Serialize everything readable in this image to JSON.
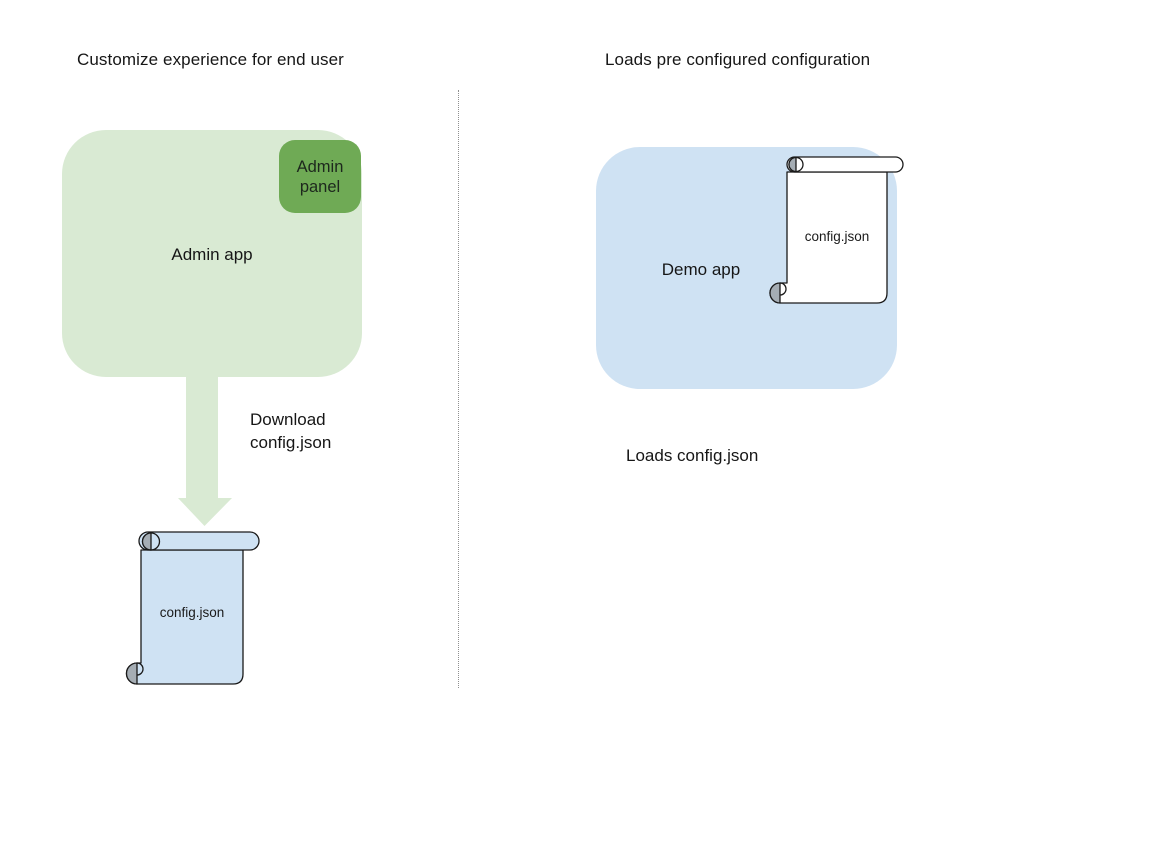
{
  "diagram": {
    "left": {
      "title": "Customize experience for end user",
      "admin_app_label": "Admin app",
      "admin_panel_label": "Admin panel",
      "arrow_caption": "Download\nconfig.json",
      "config_file_label": "config.json"
    },
    "right": {
      "title": "Loads pre configured configuration",
      "demo_app_label": "Demo app",
      "config_file_label": "config.json",
      "caption": "Loads config.json"
    },
    "colors": {
      "admin_app_fill": "#d9ead3",
      "admin_panel_fill": "#6faa55",
      "arrow_fill": "#d9ead3",
      "demo_app_fill": "#cfe2f3",
      "left_scroll_fill": "#cfe2f3",
      "right_scroll_fill": "#ffffff",
      "scroll_stroke": "#1a1a1a",
      "curl_shade": "#a5adb4",
      "divider_color": "#8f8f8f"
    }
  }
}
